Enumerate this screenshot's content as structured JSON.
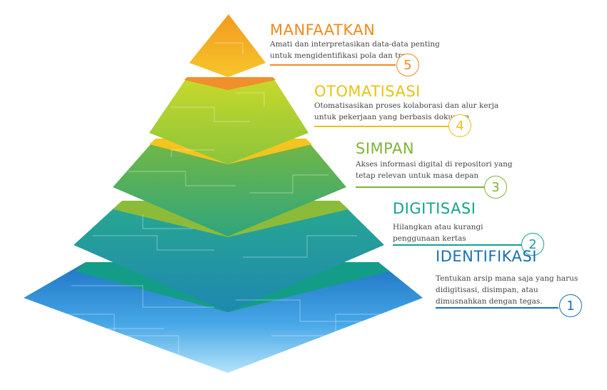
{
  "steps": [
    {
      "number": "5",
      "title": "MANFAATKAN",
      "lines": [
        "Amati dan interpretasikan data-data penting",
        "untuk mengidentifikasi pola dan tren"
      ],
      "color": "#f08a1e"
    },
    {
      "number": "4",
      "title": "OTOMATISASI",
      "lines": [
        "Otomatisasikan proses kolaborasi dan alur kerja",
        "untuk pekerjaan yang berbasis dokumen"
      ],
      "color": "#e7c21a"
    },
    {
      "number": "3",
      "title": "SIMPAN",
      "lines": [
        "Akses informasi digital di repositori yang",
        "tetap relevan untuk masa depan"
      ],
      "color": "#7fb539"
    },
    {
      "number": "2",
      "title": "DIGITISASI",
      "lines": [
        "Hilangkan atau kurangi",
        "penggunaan kertas"
      ],
      "color": "#15a38e"
    },
    {
      "number": "1",
      "title": "IDENTIFIKASI",
      "lines": [
        "Tentukan arsip mana saja yang harus",
        "didigitisasi, disimpan, atau",
        "dimusnahkan dengan tegas."
      ],
      "color": "#1a6fb5"
    }
  ]
}
